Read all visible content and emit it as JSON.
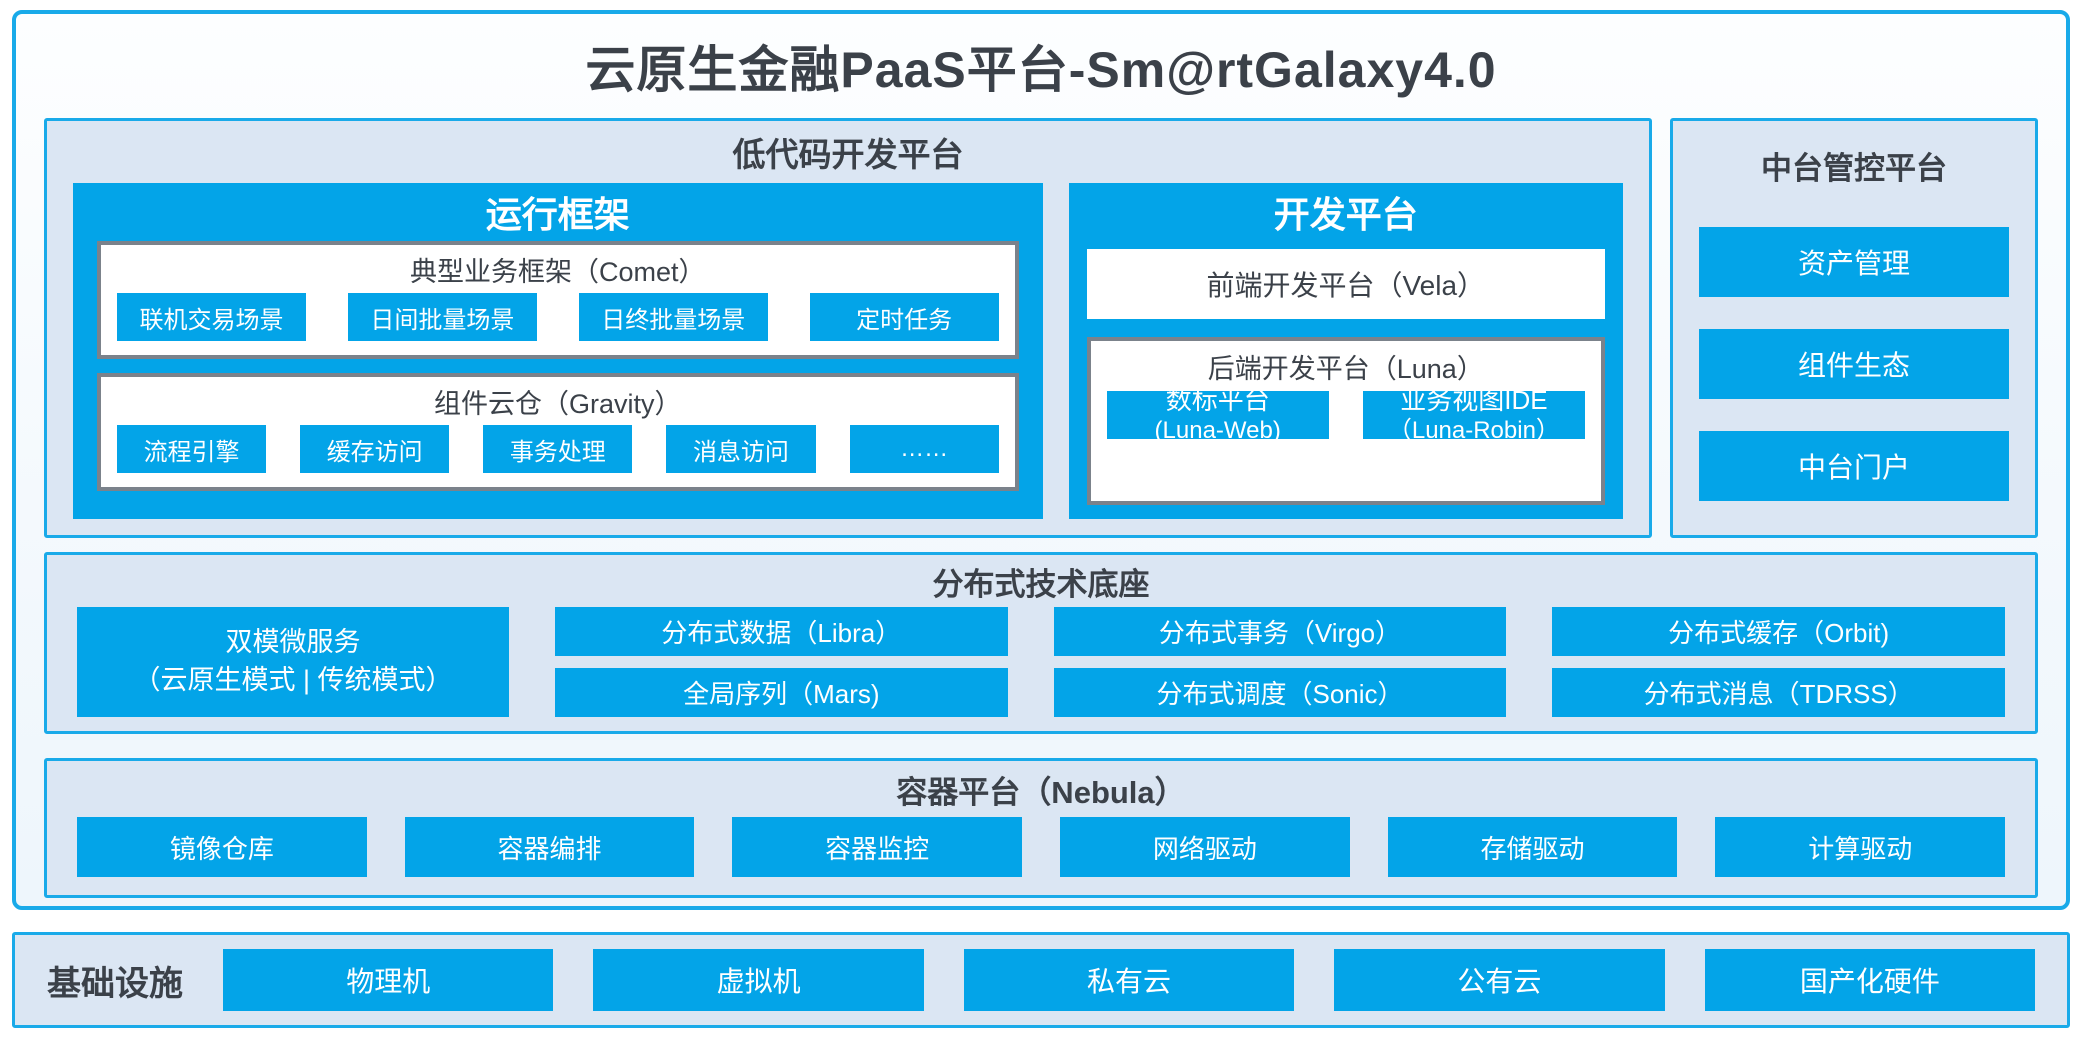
{
  "title": "云原生金融PaaS平台-Sm@rtGalaxy4.0",
  "colors": {
    "accent_blue": "#03a4e8",
    "panel_background": "#dbe6f3",
    "border_cyan": "#19aae9",
    "box_border_gray": "#7b828b",
    "dark_text": "#3b4149",
    "white_text": "#ffffff"
  },
  "low_code": {
    "title": "低代码开发平台",
    "runtime": {
      "title": "运行框架",
      "comet": {
        "title": "典型业务框架（Comet）",
        "items": [
          "联机交易场景",
          "日间批量场景",
          "日终批量场景",
          "定时任务"
        ]
      },
      "gravity": {
        "title": "组件云仓（Gravity）",
        "items": [
          "流程引擎",
          "缓存访问",
          "事务处理",
          "消息访问",
          "……"
        ]
      }
    },
    "dev": {
      "title": "开发平台",
      "vela": "前端开发平台（Vela）",
      "luna": {
        "title": "后端开发平台（Luna）",
        "items": [
          {
            "line1": "数标平台",
            "line2": "(Luna-Web)"
          },
          {
            "line1": "业务视图IDE",
            "line2": "（Luna-Robin）"
          }
        ]
      }
    }
  },
  "mid_platform": {
    "title": "中台管控平台",
    "items": [
      "资产管理",
      "组件生态",
      "中台门户"
    ]
  },
  "distributed": {
    "title": "分布式技术底座",
    "dual_mode": {
      "line1": "双模微服务",
      "line2": "（云原生模式 | 传统模式）"
    },
    "grid": [
      [
        "分布式数据（Libra）",
        "全局序列（Mars)"
      ],
      [
        "分布式事务（Virgo）",
        "分布式调度（Sonic）"
      ],
      [
        "分布式缓存（Orbit)",
        "分布式消息（TDRSS）"
      ]
    ]
  },
  "container": {
    "title": "容器平台（Nebula）",
    "items": [
      "镜像仓库",
      "容器编排",
      "容器监控",
      "网络驱动",
      "存储驱动",
      "计算驱动"
    ]
  },
  "infrastructure": {
    "label": "基础设施",
    "items": [
      "物理机",
      "虚拟机",
      "私有云",
      "公有云",
      "国产化硬件"
    ]
  }
}
